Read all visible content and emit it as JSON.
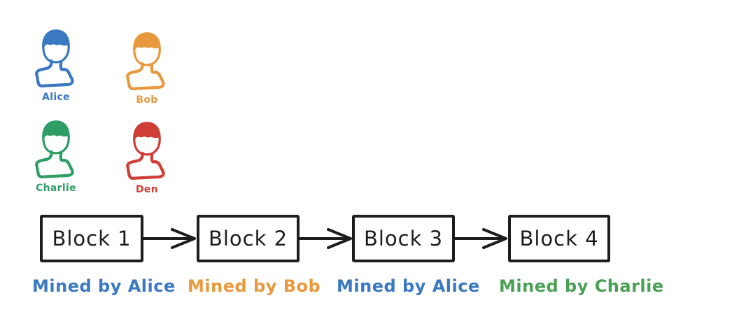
{
  "canvas": {
    "background": "#ffffff",
    "stroke_black": "#1d1d1d"
  },
  "miners": [
    {
      "name": "Alice",
      "color": "#3a78c2",
      "icon": "person-bust-icon"
    },
    {
      "name": "Bob",
      "color": "#e8993e",
      "icon": "person-bust-icon"
    },
    {
      "name": "Charlie",
      "color": "#2f9e66",
      "icon": "person-bust-icon"
    },
    {
      "name": "Den",
      "color": "#cf3e36",
      "icon": "person-bust-icon"
    }
  ],
  "chain": {
    "stroke_color": "#1d1d1d",
    "blocks": [
      {
        "label": "Block 1"
      },
      {
        "label": "Block 2"
      },
      {
        "label": "Block 3"
      },
      {
        "label": "Block 4"
      }
    ],
    "arrows": [
      {
        "from": "Block 1",
        "to": "Block 2"
      },
      {
        "from": "Block 2",
        "to": "Block 3"
      },
      {
        "from": "Block 3",
        "to": "Block 4"
      }
    ]
  },
  "mined_labels": [
    {
      "text": "Mined by Alice",
      "color": "#3a78c2"
    },
    {
      "text": "Mined by Bob",
      "color": "#e8993e"
    },
    {
      "text": "Mined by Alice",
      "color": "#3a78c2"
    },
    {
      "text": "Mined by Charlie",
      "color": "#4aa055"
    }
  ]
}
